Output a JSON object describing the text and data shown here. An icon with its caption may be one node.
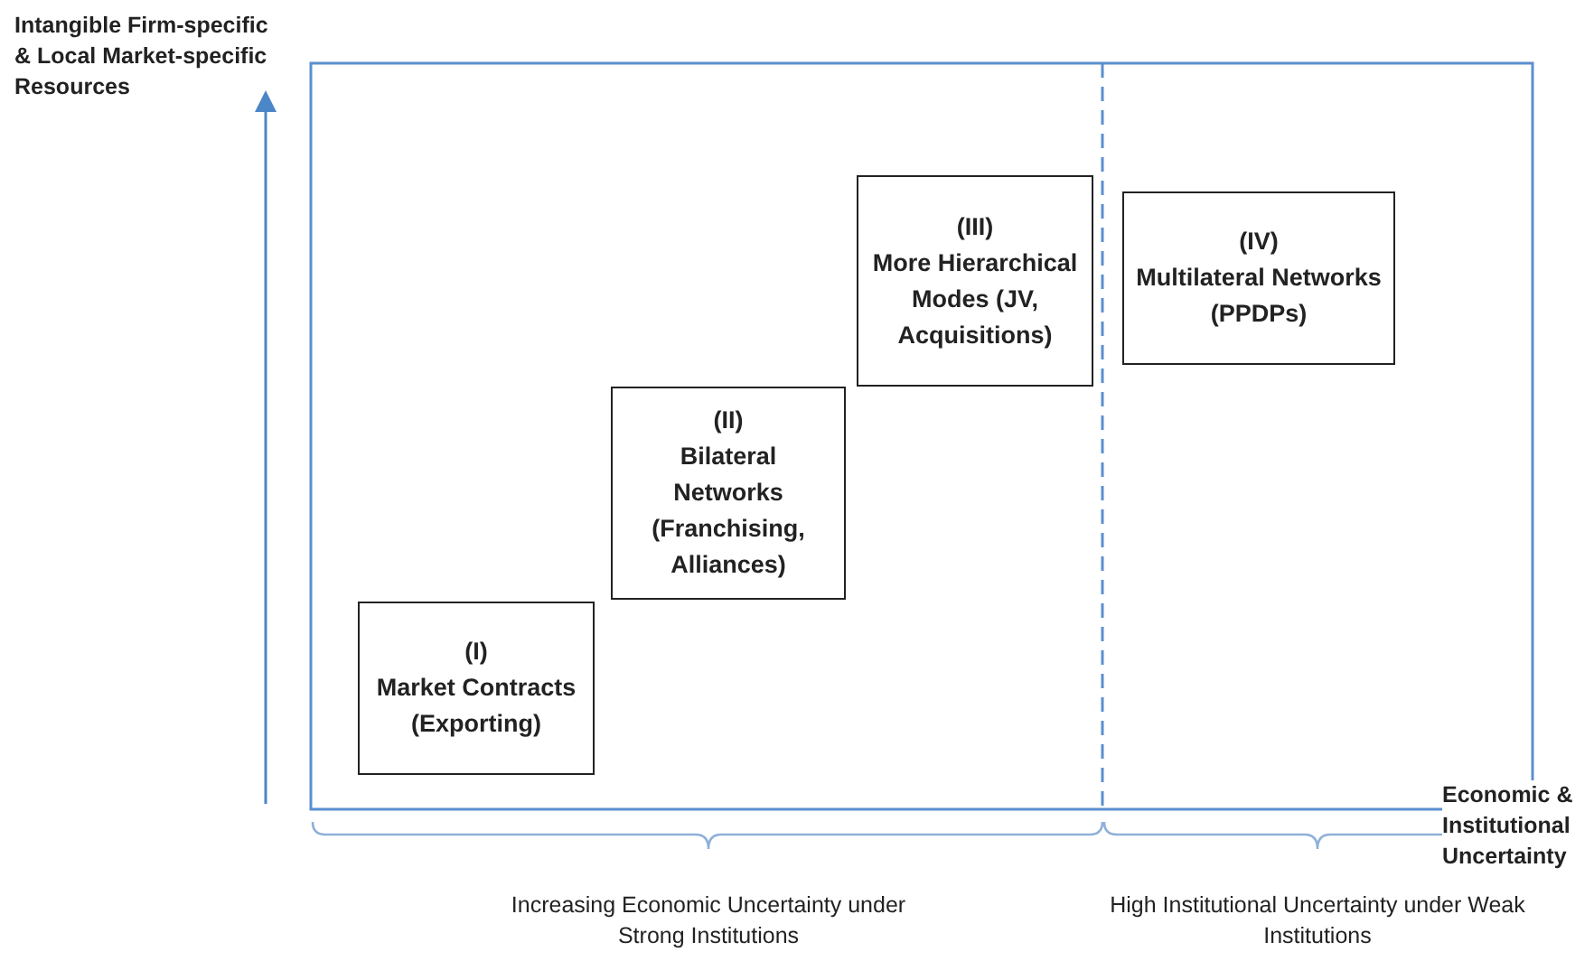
{
  "diagram": {
    "nodes": [
      {
        "text": [
          "(I)",
          "Market Contracts (Exporting)"
        ]
      },
      {
        "text": [
          "(II)",
          "Bilateral Networks (Franchising, Alliances)"
        ]
      },
      {
        "text": [
          "(III)",
          "More Hierarchical Modes (JV, Acquisitions)"
        ]
      },
      {
        "text": [
          "(IV)",
          "Multilateral Networks (PPDPs)"
        ]
      }
    ],
    "edges": [],
    "labels": [
      "Intangible Firm-specific & Local Market-specific Resources",
      "Economic & Institutional Uncertainty",
      "Increasing Economic Uncertainty under Strong Institutions",
      "High Institutional Uncertainty under Weak Institutions"
    ]
  }
}
